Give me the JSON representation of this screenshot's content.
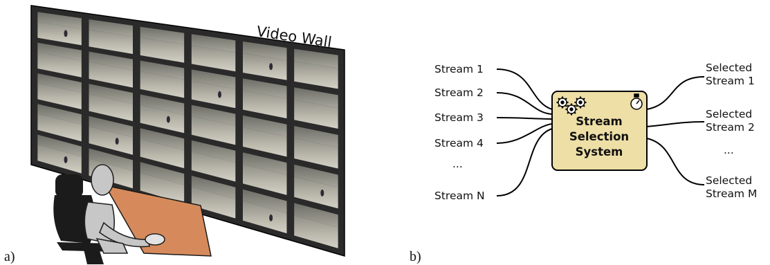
{
  "panel_a": {
    "label": "a)",
    "wall_title": "Video Wall",
    "grid": {
      "rows": 5,
      "cols": 6
    }
  },
  "panel_b": {
    "label": "b)",
    "inputs": [
      "Stream 1",
      "Stream 2",
      "Stream 3",
      "Stream 4",
      "...",
      "Stream N"
    ],
    "box": {
      "lines": [
        "Stream",
        "Selection",
        "System"
      ],
      "fill": "#eedfa6"
    },
    "outputs": [
      {
        "line1": "Selected",
        "line2": "Stream 1"
      },
      {
        "line1": "Selected",
        "line2": "Stream 2"
      },
      {
        "line1": "...",
        "line2": ""
      },
      {
        "line1": "Selected",
        "line2": "Stream M"
      }
    ]
  },
  "colors": {
    "desk": "#d68a5b",
    "chair": "#1b1b1b",
    "person": "#c7c7c7",
    "box_fill": "#eedfa6"
  }
}
